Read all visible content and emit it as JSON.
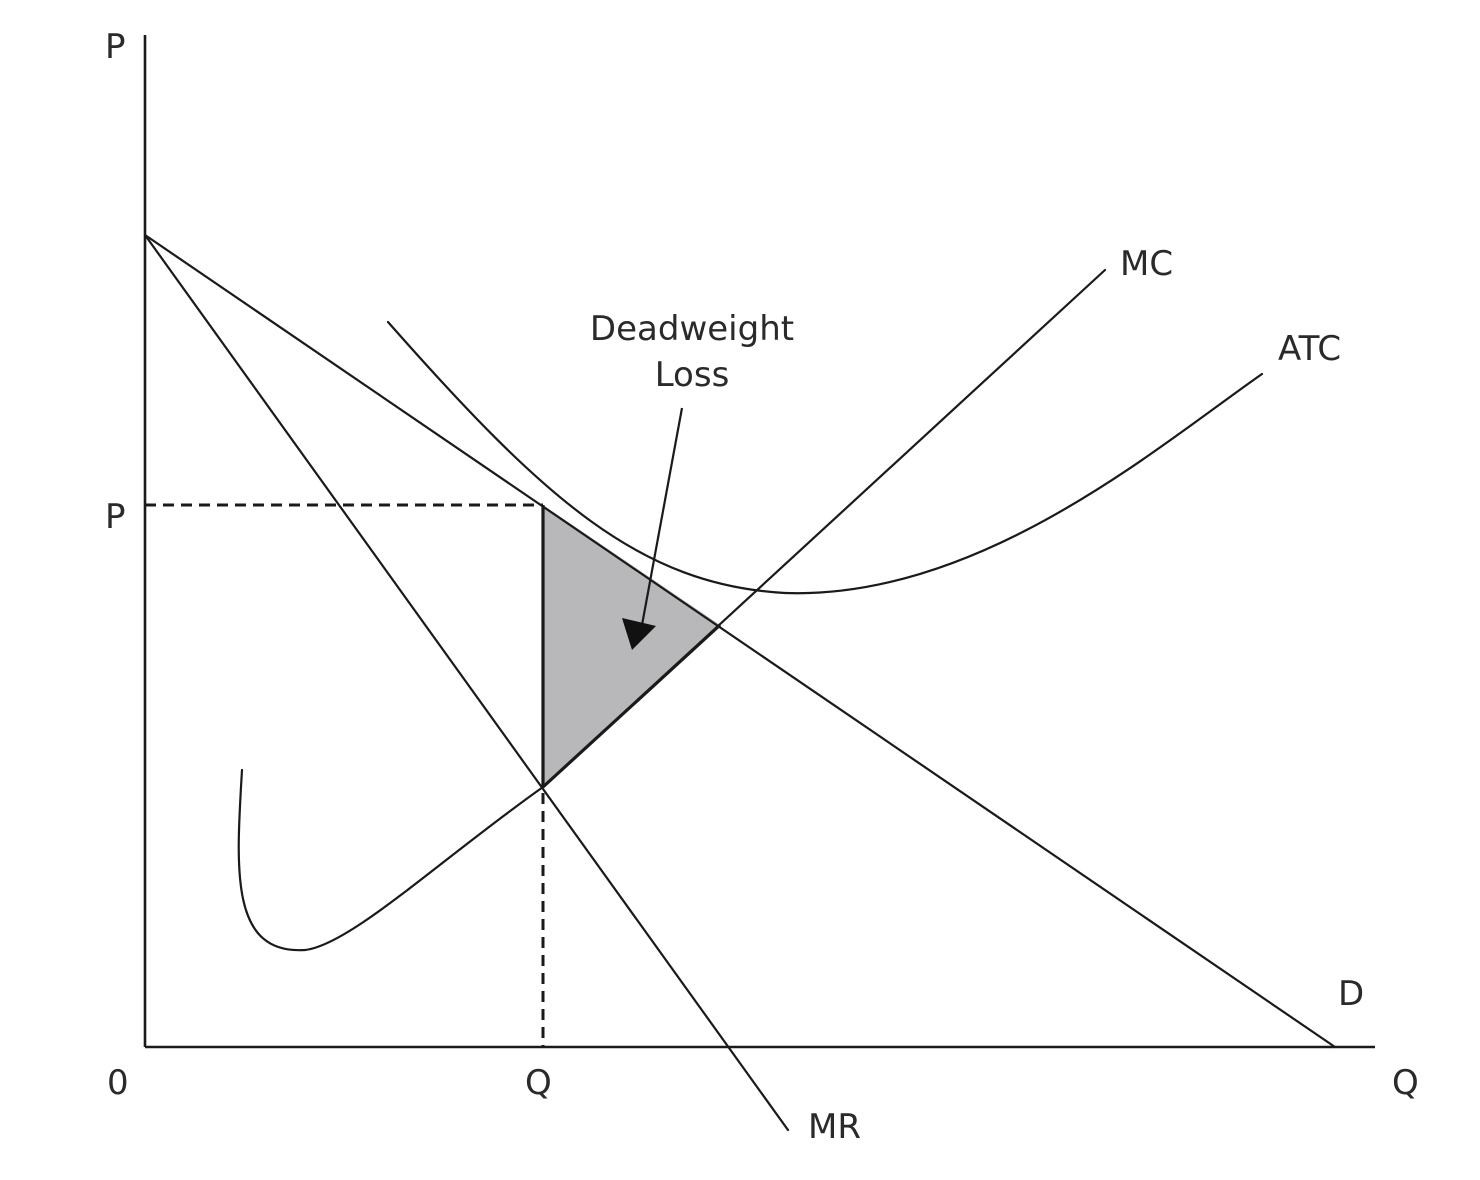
{
  "diagram": {
    "axes": {
      "y_label": "P",
      "x_label": "Q",
      "origin_label": "0"
    },
    "curves": {
      "mc": "MC",
      "atc": "ATC",
      "demand": "D",
      "mr": "MR"
    },
    "equilibrium": {
      "price_label": "P",
      "quantity_label": "Q"
    },
    "annotation": {
      "line1": "Deadweight",
      "line2": "Loss"
    },
    "colors": {
      "ink": "#1a1a1a",
      "shaded_area": "#b8b8bb",
      "background": "#ffffff"
    }
  }
}
